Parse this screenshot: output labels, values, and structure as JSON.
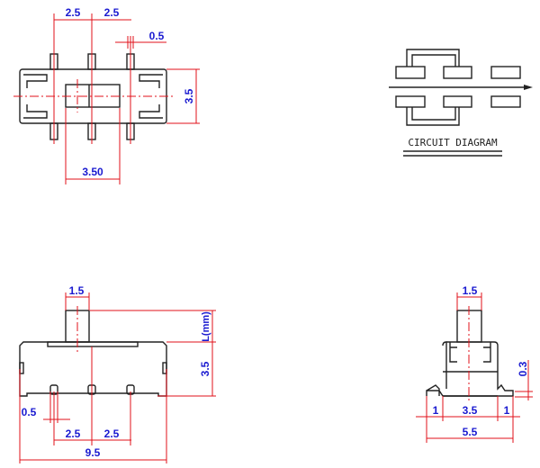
{
  "top_view": {
    "pitch_left": "2.5",
    "pitch_right": "2.5",
    "pin_width": "0.5",
    "body_height": "3.5",
    "slider_travel": "3.50"
  },
  "circuit": {
    "title": "CIRCUIT DIAGRAM"
  },
  "side_view": {
    "actuator_width": "1.5",
    "actuator_height": "L(mm)",
    "body_height": "3.5",
    "pin_width": "0.5",
    "pitch_left": "2.5",
    "pitch_right": "2.5",
    "total_length": "9.5"
  },
  "front_view": {
    "actuator_width": "1.5",
    "lead_thickness": "0.3",
    "lead_left": "1",
    "body_width": "3.5",
    "lead_right": "1",
    "total_width": "5.5"
  },
  "colors": {
    "outline": "#222222",
    "dimension": "#e0101a",
    "text": "#1a1ad0"
  }
}
